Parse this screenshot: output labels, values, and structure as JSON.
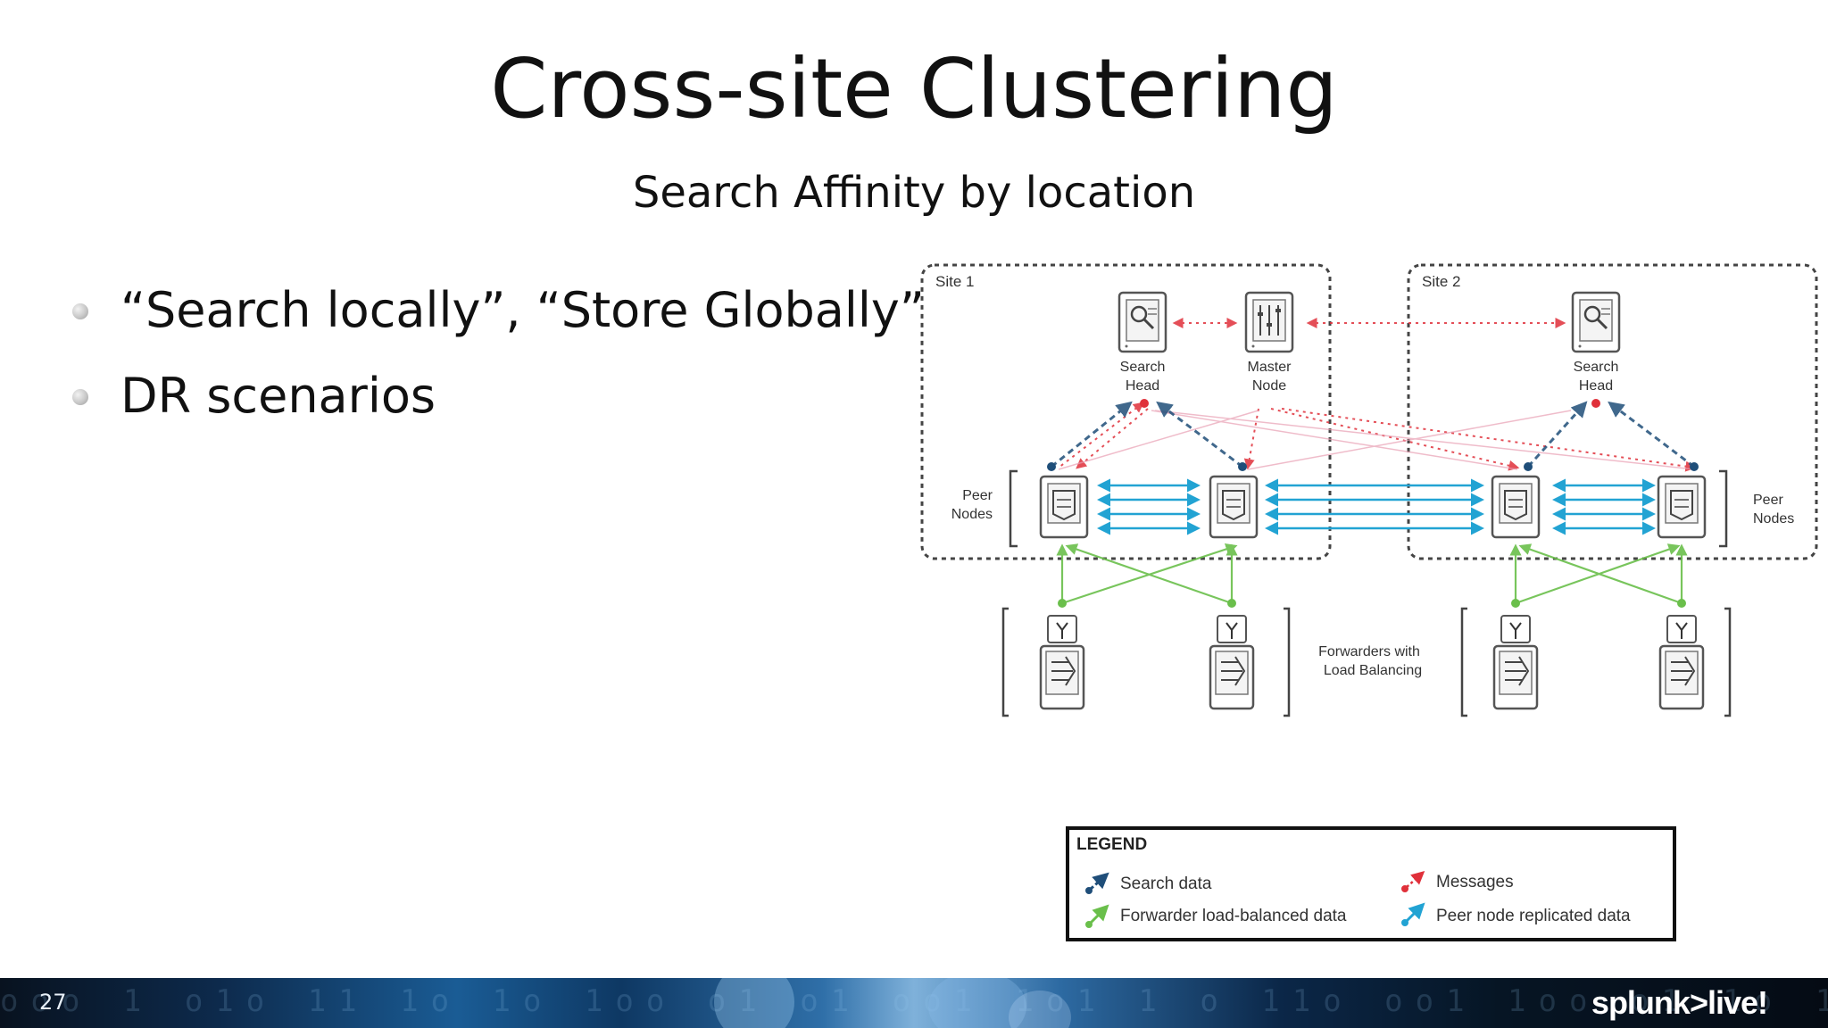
{
  "slide": {
    "title": "Cross-site Clustering",
    "subtitle": "Search Affinity by location",
    "page_number": "27",
    "logo_text": "splunk>live!"
  },
  "bullets": [
    "“Search locally”, “Store Globally”",
    "DR scenarios"
  ],
  "diagram": {
    "site1_label": "Site 1",
    "site2_label": "Site 2",
    "search_head_label": [
      "Search",
      "Head"
    ],
    "master_node_label": [
      "Master",
      "Node"
    ],
    "peer_nodes_label": [
      "Peer",
      "Nodes"
    ],
    "forwarders_label": [
      "Forwarders with",
      "Load Balancing"
    ],
    "legend": {
      "title": "LEGEND",
      "items": [
        {
          "label": "Search data",
          "color": "#1f4e79"
        },
        {
          "label": "Messages",
          "color": "#e0303a"
        },
        {
          "label": "Forwarder load-balanced data",
          "color": "#6abf4b"
        },
        {
          "label": "Peer node replicated data",
          "color": "#22a3d3"
        }
      ]
    },
    "colors": {
      "search_data": "#1f4e79",
      "messages": "#e0303a",
      "forwarder_data": "#6abf4b",
      "replication": "#22a3d3"
    }
  }
}
